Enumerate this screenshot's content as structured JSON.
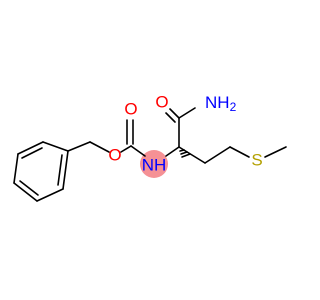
{
  "atoms": {
    "carbonyl_oxygen_amide": {
      "symbol": "O",
      "color": "#ff0000"
    },
    "amide_nitrogen": {
      "symbol": "NH",
      "subscript": "2",
      "color": "#0000ff"
    },
    "carbamate_nitrogen": {
      "symbol": "NH",
      "color": "#0000ff"
    },
    "carbamate_carbonyl_oxygen": {
      "symbol": "O",
      "color": "#ff0000"
    },
    "ester_oxygen": {
      "symbol": "O",
      "color": "#ff0000"
    },
    "sulfur": {
      "symbol": "S",
      "color": "#b3a000"
    }
  },
  "highlight": {
    "target": "carbamate_nitrogen",
    "color": "#f4858a"
  },
  "bond_color": "#000000"
}
